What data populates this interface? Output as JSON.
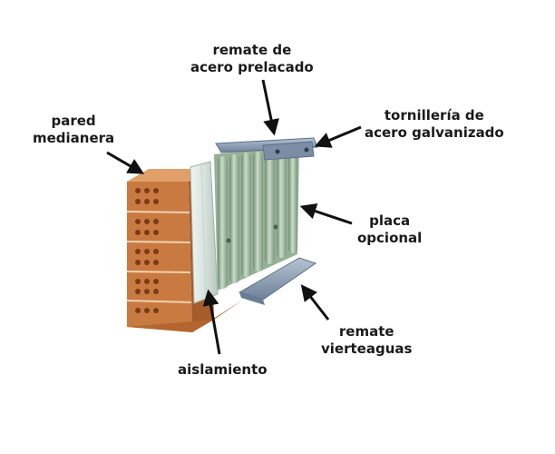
{
  "labels": {
    "remate_acero": {
      "line1": "remate de",
      "line2": "acero prelacado"
    },
    "pared": {
      "line1": "pared",
      "line2": "medianera"
    },
    "tornilleria": {
      "line1": "tornillería de",
      "line2": "acero galvanizado"
    },
    "placa": {
      "line1": "placa",
      "line2": "opcional"
    },
    "remate_vierteaguas": {
      "line1": "remate",
      "line2": "vierteaguas"
    },
    "aislamiento": {
      "line1": "aislamiento"
    }
  },
  "colors": {
    "brick": "#c8793e",
    "brick_dark": "#9e5526",
    "brick_light": "#e3a064",
    "insulation": "#dfe8e2",
    "panel": "#a8c3a6",
    "panel_dark": "#7e9c80",
    "metal": "#8fa1b8",
    "metal_dark": "#6b7f98",
    "arrow": "#111111"
  }
}
